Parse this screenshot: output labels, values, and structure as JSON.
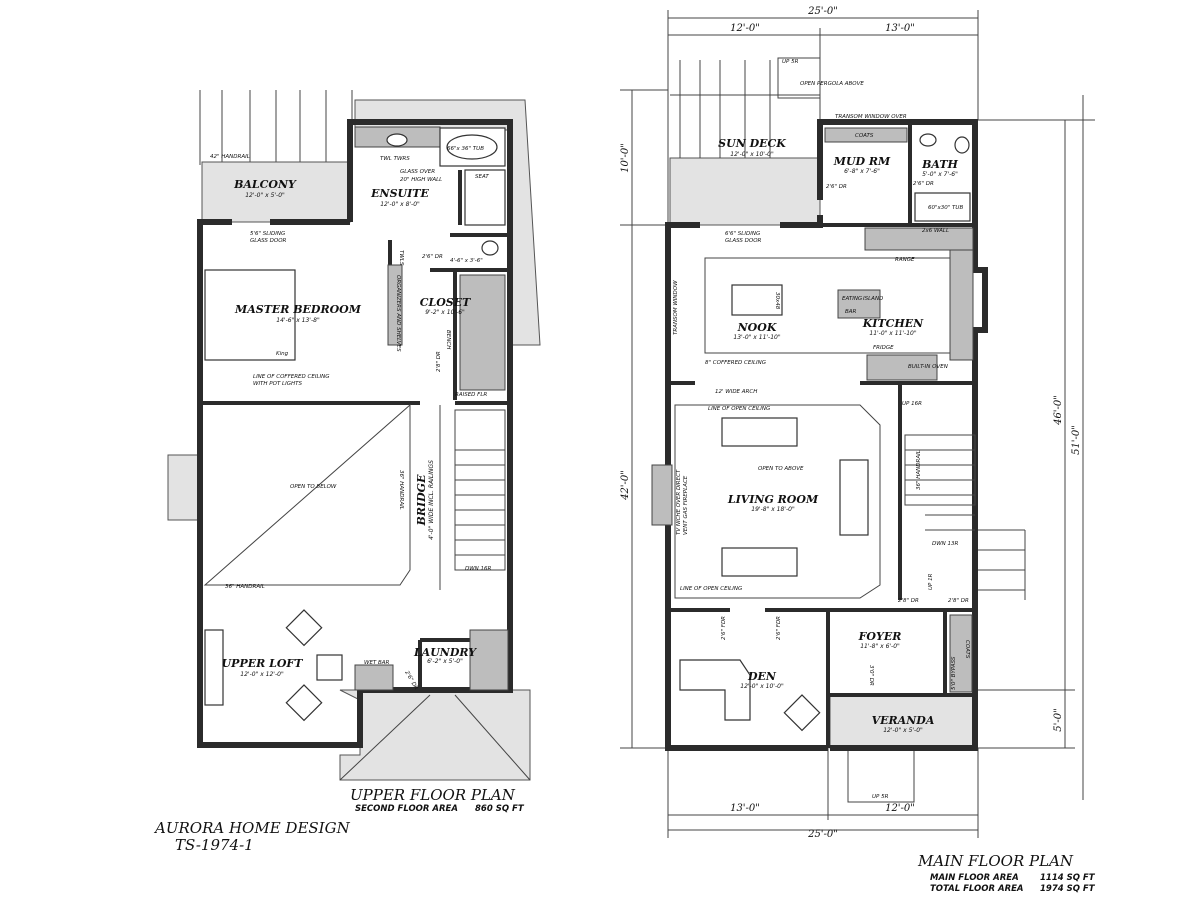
{
  "company": {
    "name": "AURORA HOME DESIGN",
    "plan_number": "TS-1974-1"
  },
  "upper": {
    "title": "UPPER FLOOR PLAN",
    "area_label": "SECOND FLOOR AREA",
    "area_value": "860 SQ FT",
    "rooms": [
      {
        "name": "BALCONY",
        "size": "12'-0\" x 5'-0\""
      },
      {
        "name": "ENSUITE",
        "size": "12'-0\" x 8'-0\""
      },
      {
        "name": "MASTER BEDROOM",
        "size": "14'-6\" x 13'-8\""
      },
      {
        "name": "CLOSET",
        "size": "9'-2\" x 10'-6\""
      },
      {
        "name": "UPPER LOFT",
        "size": "12'-0\" x 12'-0\""
      },
      {
        "name": "LAUNDRY",
        "size": "6'-2\" x 5'-0\""
      },
      {
        "name": "BRIDGE",
        "size": "4'-0\" WIDE INCL. RAILINGS"
      }
    ],
    "notes": {
      "handrail42": "42\" HANDRAIL",
      "twl_twrs": "TWL TWRS",
      "tub": "66\"x 36\" TUB",
      "glass": "GLASS OVER",
      "glass2": "20\" HIGH WALL",
      "seat": "SEAT",
      "sliding": "5'6\" SLIDING",
      "sliding2": "GLASS DOOR",
      "twls": "TWLS",
      "door26": "2'6\" DR",
      "wc": "4'-6\" x 3'-6\"",
      "organizers": "ORGANIZERS AND SHELVES",
      "bench": "BENCH",
      "king": "King",
      "coffered": "LINE OF COFFERED CEILING",
      "coffered2": "WITH POT LIGHTS",
      "raised": "RAISED FLR",
      "door28": "2'8\" DR",
      "open_to_below": "OPEN TO BELOW",
      "handrail36": "36\" HANDRAIL",
      "dwn": "DWN 16R",
      "wet_bar": "WET BAR",
      "door26b": "2'6\" DR"
    }
  },
  "main": {
    "title": "MAIN FLOOR PLAN",
    "area_label": "MAIN FLOOR AREA",
    "area_value": "1114 SQ FT",
    "total_label": "TOTAL FLOOR AREA",
    "total_value": "1974 SQ FT",
    "rooms": [
      {
        "name": "SUN DECK",
        "size": "12'-0\" x 10'-0\""
      },
      {
        "name": "MUD RM",
        "size": "6'-8\" x 7'-6\""
      },
      {
        "name": "BATH",
        "size": "5'-0\" x 7'-6\""
      },
      {
        "name": "NOOK",
        "size": "13'-0\" x 11'-10\""
      },
      {
        "name": "KITCHEN",
        "size": "11'-0\" x 11'-10\""
      },
      {
        "name": "LIVING ROOM",
        "size": "19'-8\" x 18'-0\""
      },
      {
        "name": "DEN",
        "size": "12'-0\" x 10'-0\""
      },
      {
        "name": "FOYER",
        "size": "11'-8\" x 6'-0\""
      },
      {
        "name": "VERANDA",
        "size": "12'-0\" x 5'-0\""
      }
    ],
    "notes": {
      "up5r_top": "UP 5R",
      "pergola": "OPEN PERGOLA ABOVE",
      "transom_over": "TRANSOM WINDOW OVER",
      "coats": "COATS",
      "door26": "2'6\" DR",
      "tub": "60\"x30\" TUB",
      "wall": "2x6 WALL",
      "sliding": "6'6\" SLIDING",
      "sliding2": "GLASS DOOR",
      "range": "RANGE",
      "transom_window": "TRANSOM WINDOW",
      "table": "30x48",
      "eating": "EATING",
      "bar": "BAR",
      "island": "ISLAND",
      "fridge": "FRIDGE",
      "oven": "BUILT-IN OVEN",
      "coffered": "8\" COFFERED CEILING",
      "arch": "12' WIDE ARCH",
      "open_ceiling": "LINE OF OPEN CEILING",
      "up16r": "UP 16R",
      "open_to_above": "OPEN TO ABOVE",
      "fireplace": "TV NICHE OVER DIRECT",
      "fireplace2": "VENT GAS FIREPLACE",
      "handrail": "36\" HANDRAIL",
      "dwn13r": "DWN 13R",
      "up1r": "UP 1R",
      "french": "2'6\" FDR",
      "door28": "2'8\" DR",
      "door36": "3'0\" DR",
      "bypass": "5'0\" BYPASS",
      "up5r": "UP 5R"
    },
    "dimensions": {
      "top_total": "25'-0\"",
      "top_left": "12'-0\"",
      "top_right": "13'-0\"",
      "left_top": "10'-0\"",
      "left_main": "42'-0\"",
      "right_inner": "46'-0\"",
      "right_outer": "51'-0\"",
      "right_bottom": "5'-0\"",
      "bottom_left": "13'-0\"",
      "bottom_right": "12'-0\"",
      "bottom_total": "25'-0\""
    }
  }
}
